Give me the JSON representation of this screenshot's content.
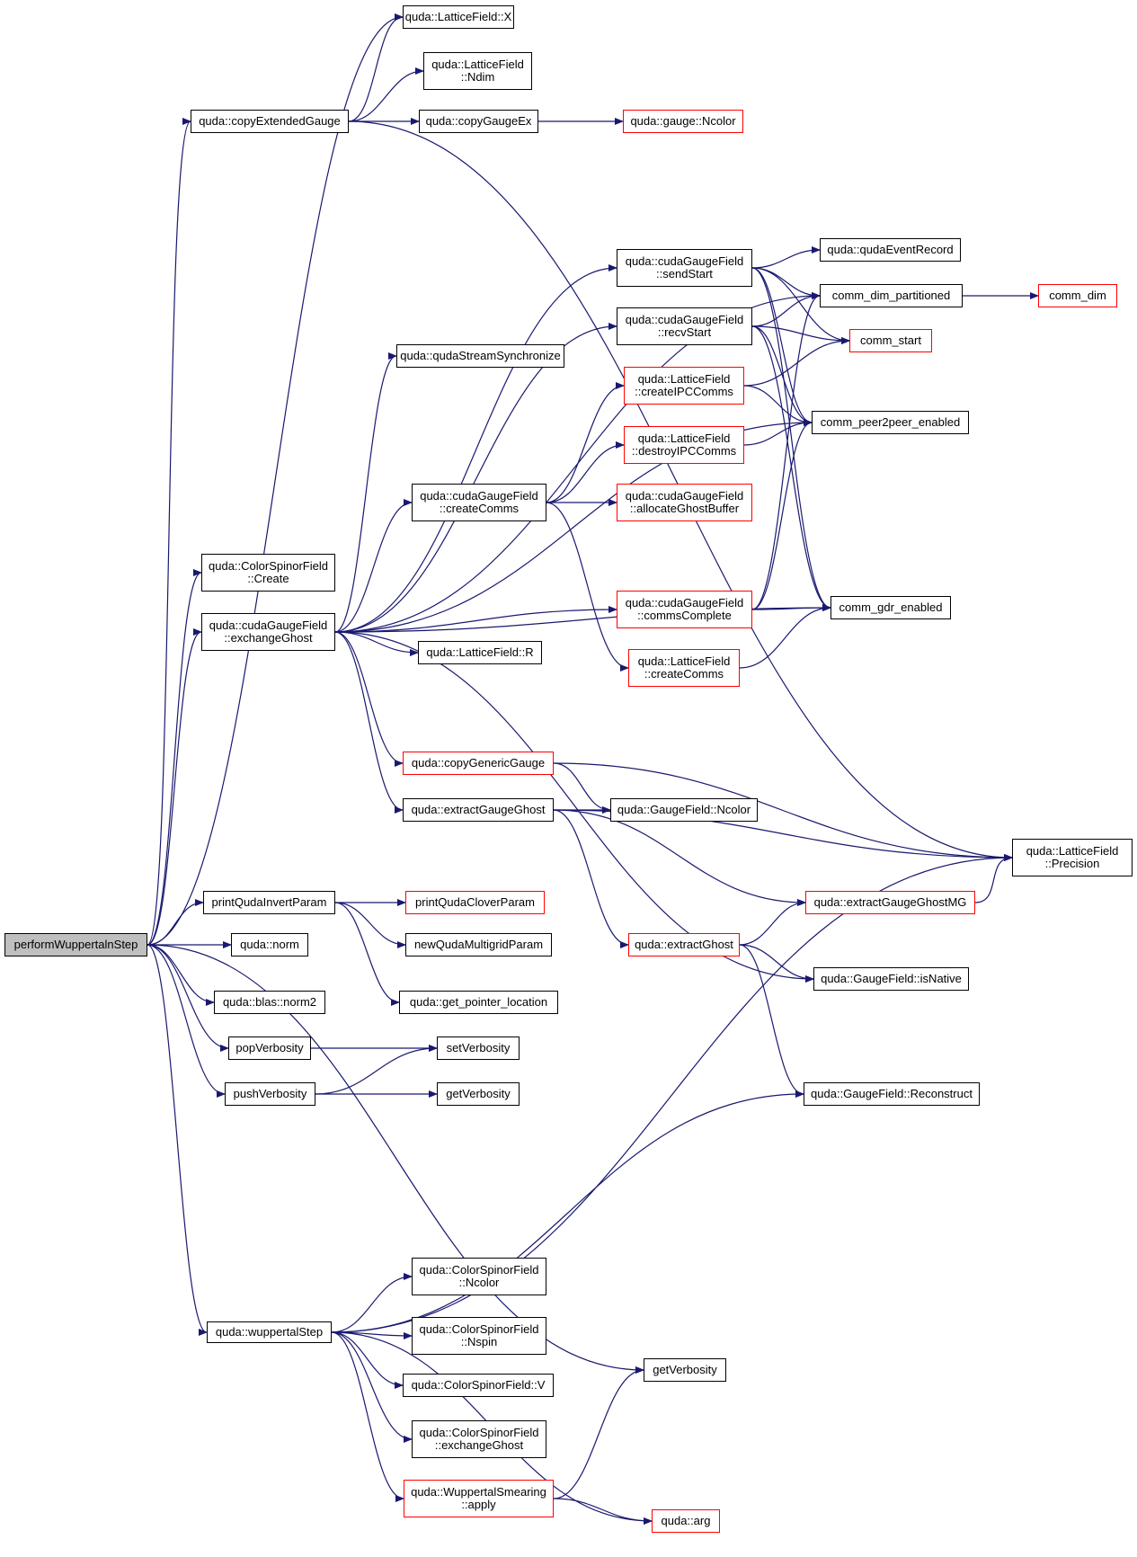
{
  "colors": {
    "edge": "#191970",
    "node_border": "#000000",
    "truncated_border": "#ff0000",
    "root_fill": "#bfbfbf",
    "background": "#ffffff"
  },
  "nodes": {
    "root": {
      "label": "performWuppertalnStep",
      "truncated": false
    },
    "lf_X": {
      "label": "quda::LatticeField::X",
      "truncated": false
    },
    "lf_Ndim": {
      "label": "quda::LatticeField\n::Ndim",
      "truncated": false
    },
    "copyExtendedGauge": {
      "label": "quda::copyExtendedGauge",
      "truncated": false
    },
    "copyGaugeEx": {
      "label": "quda::copyGaugeEx",
      "truncated": false
    },
    "gauge_Ncolor": {
      "label": "quda::gauge::Ncolor",
      "truncated": true
    },
    "sendStart": {
      "label": "quda::cudaGaugeField\n::sendStart",
      "truncated": false
    },
    "qudaEventRecord": {
      "label": "quda::qudaEventRecord",
      "truncated": false
    },
    "comm_dim_partitioned": {
      "label": "comm_dim_partitioned",
      "truncated": false
    },
    "comm_dim": {
      "label": "comm_dim",
      "truncated": true
    },
    "recvStart": {
      "label": "quda::cudaGaugeField\n::recvStart",
      "truncated": false
    },
    "comm_start": {
      "label": "comm_start",
      "truncated": true
    },
    "qudaStreamSynchronize": {
      "label": "quda::qudaStreamSynchronize",
      "truncated": false
    },
    "createIPCComms": {
      "label": "quda::LatticeField\n::createIPCComms",
      "truncated": true
    },
    "comm_peer2peer_enabled": {
      "label": "comm_peer2peer_enabled",
      "truncated": false
    },
    "destroyIPCComms": {
      "label": "quda::LatticeField\n::destroyIPCComms",
      "truncated": true
    },
    "cgf_createComms": {
      "label": "quda::cudaGaugeField\n::createComms",
      "truncated": false
    },
    "allocateGhostBuffer": {
      "label": "quda::cudaGaugeField\n::allocateGhostBuffer",
      "truncated": true
    },
    "csf_Create": {
      "label": "quda::ColorSpinorField\n::Create",
      "truncated": false
    },
    "cgf_exchangeGhost": {
      "label": "quda::cudaGaugeField\n::exchangeGhost",
      "truncated": false
    },
    "commsComplete": {
      "label": "quda::cudaGaugeField\n::commsComplete",
      "truncated": true
    },
    "comm_gdr_enabled": {
      "label": "comm_gdr_enabled",
      "truncated": false
    },
    "lf_R": {
      "label": "quda::LatticeField::R",
      "truncated": false
    },
    "lf_createComms": {
      "label": "quda::LatticeField\n::createComms",
      "truncated": true
    },
    "copyGenericGauge": {
      "label": "quda::copyGenericGauge",
      "truncated": true
    },
    "extractGaugeGhost": {
      "label": "quda::extractGaugeGhost",
      "truncated": false
    },
    "gf_Ncolor": {
      "label": "quda::GaugeField::Ncolor",
      "truncated": false
    },
    "lf_Precision": {
      "label": "quda::LatticeField\n::Precision",
      "truncated": false
    },
    "printQudaInvertParam": {
      "label": "printQudaInvertParam",
      "truncated": false
    },
    "printQudaCloverParam": {
      "label": "printQudaCloverParam",
      "truncated": true
    },
    "extractGaugeGhostMG": {
      "label": "quda::extractGaugeGhostMG",
      "truncated": true
    },
    "norm": {
      "label": "quda::norm",
      "truncated": false
    },
    "newQudaMultigridParam": {
      "label": "newQudaMultigridParam",
      "truncated": false
    },
    "extractGhost": {
      "label": "quda::extractGhost",
      "truncated": true
    },
    "isNative": {
      "label": "quda::GaugeField::isNative",
      "truncated": false
    },
    "blas_norm2": {
      "label": "quda::blas::norm2",
      "truncated": false
    },
    "get_pointer_location": {
      "label": "quda::get_pointer_location",
      "truncated": false
    },
    "popVerbosity": {
      "label": "popVerbosity",
      "truncated": false
    },
    "setVerbosity": {
      "label": "setVerbosity",
      "truncated": false
    },
    "pushVerbosity": {
      "label": "pushVerbosity",
      "truncated": false
    },
    "getVerbosity_a": {
      "label": "getVerbosity",
      "truncated": false
    },
    "Reconstruct": {
      "label": "quda::GaugeField::Reconstruct",
      "truncated": false
    },
    "csf_Ncolor": {
      "label": "quda::ColorSpinorField\n::Ncolor",
      "truncated": false
    },
    "wuppertalStep": {
      "label": "quda::wuppertalStep",
      "truncated": false
    },
    "csf_Nspin": {
      "label": "quda::ColorSpinorField\n::Nspin",
      "truncated": false
    },
    "getVerbosity_b": {
      "label": "getVerbosity",
      "truncated": false
    },
    "csf_V": {
      "label": "quda::ColorSpinorField::V",
      "truncated": false
    },
    "csf_exchangeGhost": {
      "label": "quda::ColorSpinorField\n::exchangeGhost",
      "truncated": false
    },
    "ws_apply": {
      "label": "quda::WuppertalSmearing\n::apply",
      "truncated": true
    },
    "arg": {
      "label": "quda::arg",
      "truncated": true
    }
  },
  "edges": [
    [
      "root",
      "lf_X"
    ],
    [
      "root",
      "copyExtendedGauge"
    ],
    [
      "root",
      "csf_Create"
    ],
    [
      "root",
      "cgf_exchangeGhost"
    ],
    [
      "root",
      "printQudaInvertParam"
    ],
    [
      "root",
      "norm"
    ],
    [
      "root",
      "blas_norm2"
    ],
    [
      "root",
      "popVerbosity"
    ],
    [
      "root",
      "pushVerbosity"
    ],
    [
      "root",
      "getVerbosity_b"
    ],
    [
      "root",
      "wuppertalStep"
    ],
    [
      "copyExtendedGauge",
      "lf_X"
    ],
    [
      "copyExtendedGauge",
      "lf_Ndim"
    ],
    [
      "copyExtendedGauge",
      "copyGaugeEx"
    ],
    [
      "copyExtendedGauge",
      "lf_Precision"
    ],
    [
      "copyGaugeEx",
      "gauge_Ncolor"
    ],
    [
      "sendStart",
      "qudaEventRecord"
    ],
    [
      "sendStart",
      "comm_dim_partitioned"
    ],
    [
      "sendStart",
      "comm_start"
    ],
    [
      "sendStart",
      "comm_peer2peer_enabled"
    ],
    [
      "sendStart",
      "comm_gdr_enabled"
    ],
    [
      "recvStart",
      "comm_dim_partitioned"
    ],
    [
      "recvStart",
      "comm_start"
    ],
    [
      "recvStart",
      "comm_peer2peer_enabled"
    ],
    [
      "recvStart",
      "comm_gdr_enabled"
    ],
    [
      "comm_dim_partitioned",
      "comm_dim"
    ],
    [
      "createIPCComms",
      "comm_start"
    ],
    [
      "createIPCComms",
      "comm_peer2peer_enabled"
    ],
    [
      "destroyIPCComms",
      "comm_peer2peer_enabled"
    ],
    [
      "cgf_createComms",
      "createIPCComms"
    ],
    [
      "cgf_createComms",
      "destroyIPCComms"
    ],
    [
      "cgf_createComms",
      "allocateGhostBuffer"
    ],
    [
      "cgf_createComms",
      "lf_createComms"
    ],
    [
      "cgf_exchangeGhost",
      "comm_dim_partitioned"
    ],
    [
      "cgf_exchangeGhost",
      "sendStart"
    ],
    [
      "cgf_exchangeGhost",
      "recvStart"
    ],
    [
      "cgf_exchangeGhost",
      "qudaStreamSynchronize"
    ],
    [
      "cgf_exchangeGhost",
      "cgf_createComms"
    ],
    [
      "cgf_exchangeGhost",
      "comm_peer2peer_enabled"
    ],
    [
      "cgf_exchangeGhost",
      "commsComplete"
    ],
    [
      "cgf_exchangeGhost",
      "lf_R"
    ],
    [
      "cgf_exchangeGhost",
      "comm_gdr_enabled"
    ],
    [
      "cgf_exchangeGhost",
      "copyGenericGauge"
    ],
    [
      "cgf_exchangeGhost",
      "extractGaugeGhost"
    ],
    [
      "cgf_exchangeGhost",
      "isNative"
    ],
    [
      "commsComplete",
      "comm_dim_partitioned"
    ],
    [
      "commsComplete",
      "comm_peer2peer_enabled"
    ],
    [
      "commsComplete",
      "comm_gdr_enabled"
    ],
    [
      "lf_createComms",
      "comm_gdr_enabled"
    ],
    [
      "copyGenericGauge",
      "gf_Ncolor"
    ],
    [
      "copyGenericGauge",
      "lf_Precision"
    ],
    [
      "extractGaugeGhost",
      "gf_Ncolor"
    ],
    [
      "extractGaugeGhost",
      "lf_Precision"
    ],
    [
      "extractGaugeGhost",
      "extractGaugeGhostMG"
    ],
    [
      "extractGaugeGhost",
      "extractGhost"
    ],
    [
      "extractGaugeGhostMG",
      "lf_Precision"
    ],
    [
      "extractGhost",
      "extractGaugeGhostMG"
    ],
    [
      "extractGhost",
      "isNative"
    ],
    [
      "extractGhost",
      "Reconstruct"
    ],
    [
      "printQudaInvertParam",
      "printQudaCloverParam"
    ],
    [
      "printQudaInvertParam",
      "newQudaMultigridParam"
    ],
    [
      "printQudaInvertParam",
      "get_pointer_location"
    ],
    [
      "popVerbosity",
      "setVerbosity"
    ],
    [
      "pushVerbosity",
      "setVerbosity"
    ],
    [
      "pushVerbosity",
      "getVerbosity_a"
    ],
    [
      "wuppertalStep",
      "Reconstruct"
    ],
    [
      "wuppertalStep",
      "lf_Precision"
    ],
    [
      "wuppertalStep",
      "csf_Ncolor"
    ],
    [
      "wuppertalStep",
      "csf_Nspin"
    ],
    [
      "wuppertalStep",
      "csf_V"
    ],
    [
      "wuppertalStep",
      "csf_exchangeGhost"
    ],
    [
      "wuppertalStep",
      "ws_apply"
    ],
    [
      "wuppertalStep",
      "arg"
    ],
    [
      "ws_apply",
      "getVerbosity_b"
    ],
    [
      "ws_apply",
      "arg"
    ]
  ]
}
